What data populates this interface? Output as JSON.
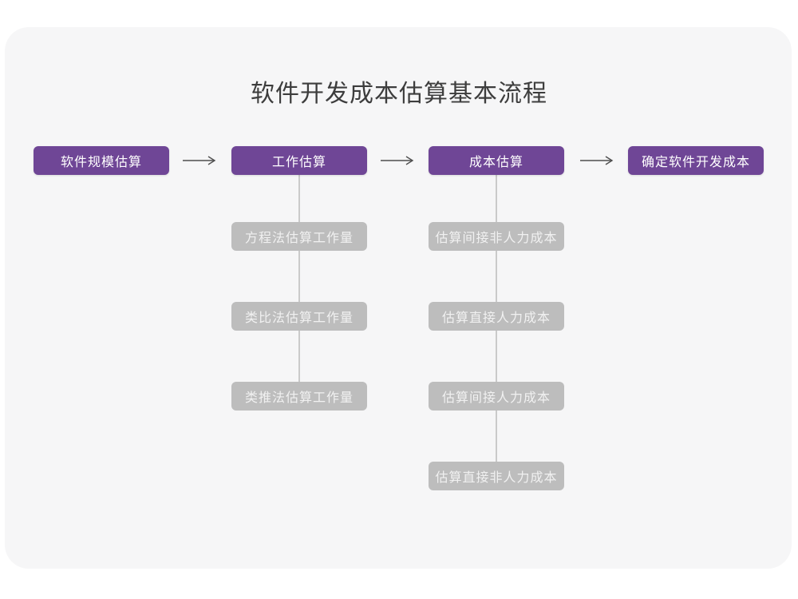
{
  "title": "软件开发成本估算基本流程",
  "flow": {
    "steps": [
      {
        "label": "软件规模估算"
      },
      {
        "label": "工作估算"
      },
      {
        "label": "成本估算"
      },
      {
        "label": "确定软件开发成本"
      }
    ],
    "work_methods": [
      "方程法估算工作量",
      "类比法估算工作量",
      "类推法估算工作量"
    ],
    "cost_items": [
      "估算间接非人力成本",
      "估算直接人力成本",
      "估算间接人力成本",
      "估算直接非人力成本"
    ]
  },
  "colors": {
    "accent": "#6F4696",
    "subbox": "#BDBDBD",
    "subbox-text": "#F1F1F1",
    "card": "#F6F6F7",
    "line": "#CACACA",
    "arrow": "#4F4F4F",
    "title": "#3D3D3D"
  }
}
